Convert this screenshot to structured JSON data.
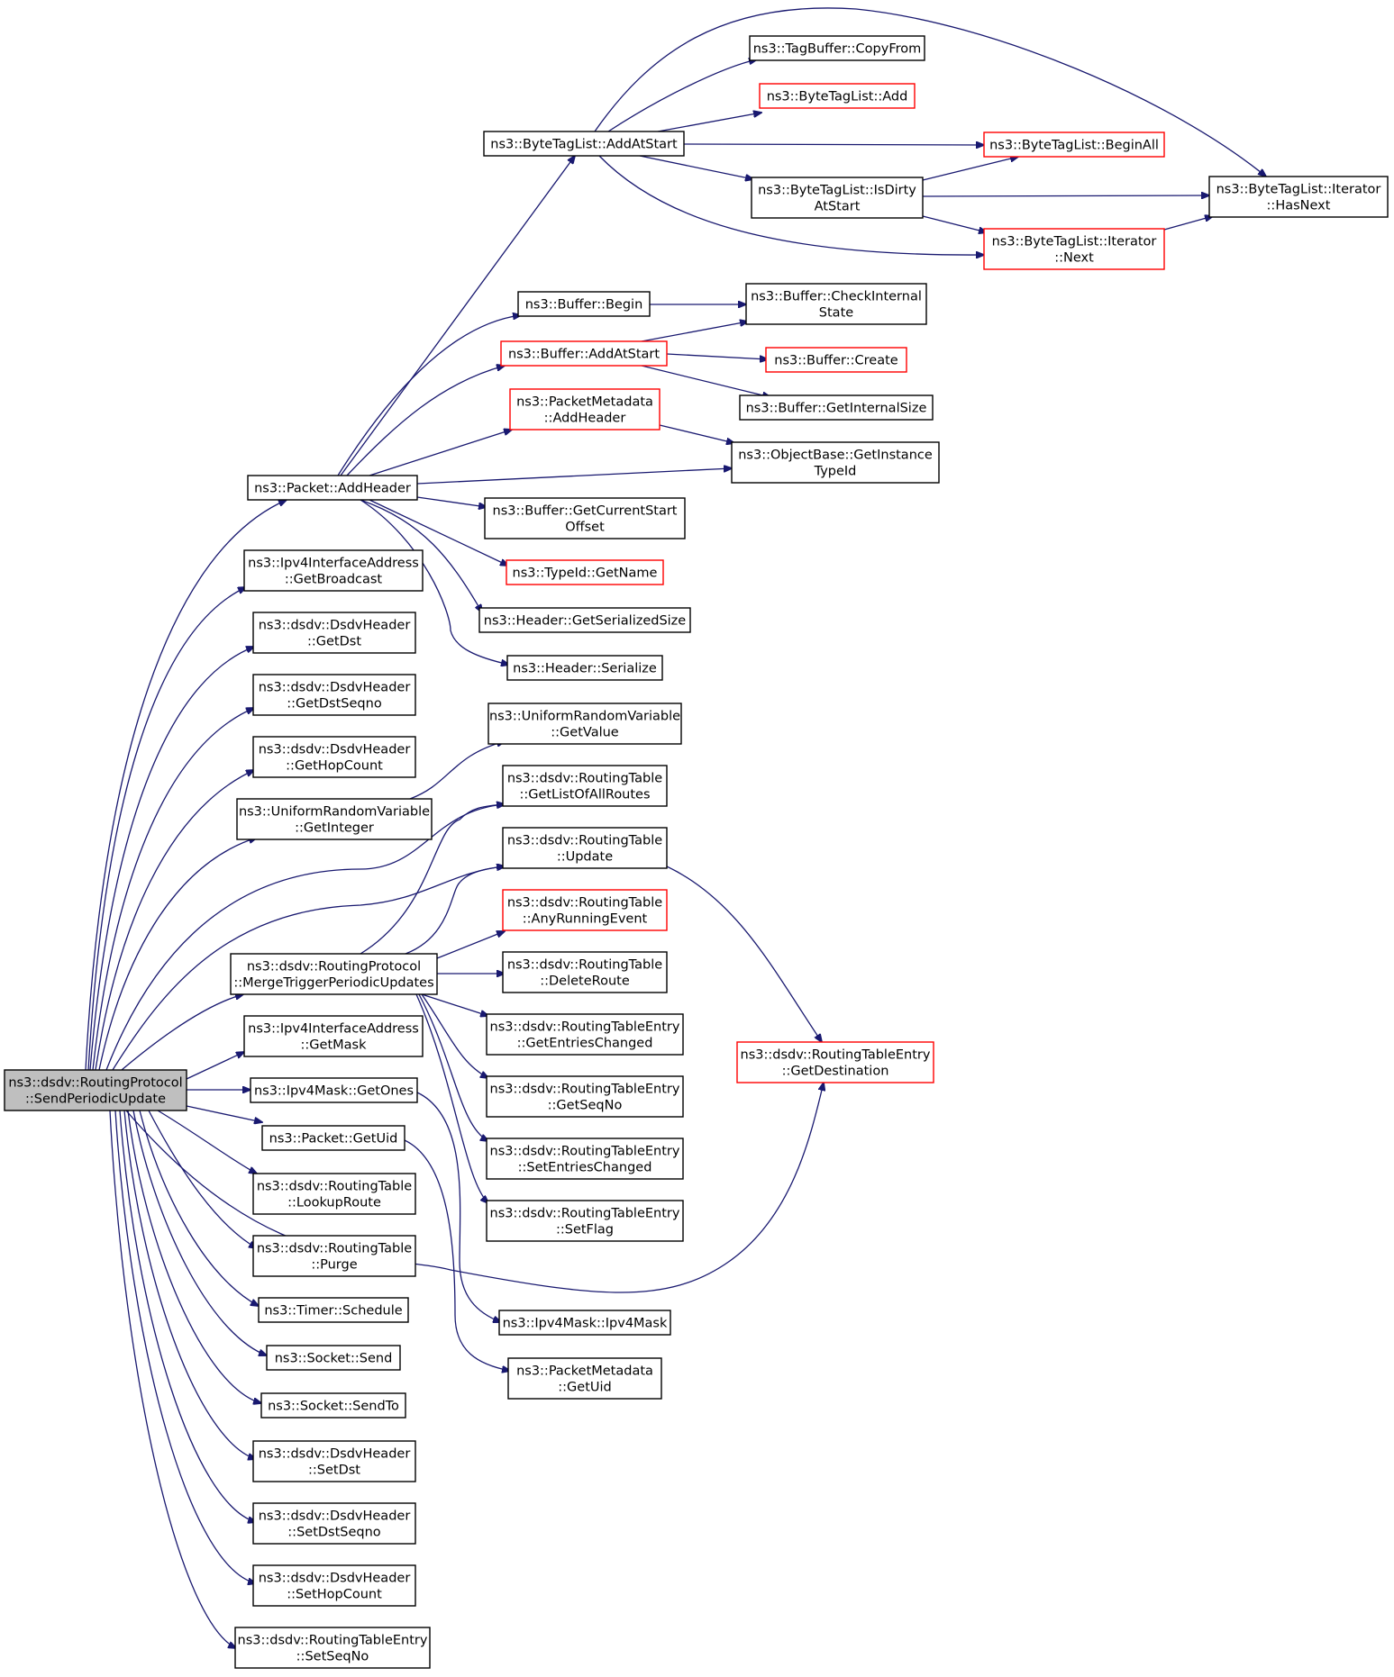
{
  "colors": {
    "edge": "#191970",
    "border": "#000000",
    "border_incomplete": "#ff0000",
    "root_fill": "#bfbfbf",
    "node_fill": "#ffffff"
  },
  "nodes": [
    {
      "id": "root",
      "lines": [
        "ns3::dsdv::RoutingProtocol",
        "::SendPeriodicUpdate"
      ],
      "style": "root"
    },
    {
      "id": "addheader",
      "lines": [
        "ns3::Packet::AddHeader"
      ],
      "style": "normal"
    },
    {
      "id": "getbroadcast",
      "lines": [
        "ns3::Ipv4InterfaceAddress",
        "::GetBroadcast"
      ],
      "style": "normal"
    },
    {
      "id": "getdst",
      "lines": [
        "ns3::dsdv::DsdvHeader",
        "::GetDst"
      ],
      "style": "normal"
    },
    {
      "id": "getdstseqno",
      "lines": [
        "ns3::dsdv::DsdvHeader",
        "::GetDstSeqno"
      ],
      "style": "normal"
    },
    {
      "id": "gethopcount",
      "lines": [
        "ns3::dsdv::DsdvHeader",
        "::GetHopCount"
      ],
      "style": "normal"
    },
    {
      "id": "getinteger",
      "lines": [
        "ns3::UniformRandomVariable",
        "::GetInteger"
      ],
      "style": "normal"
    },
    {
      "id": "merge",
      "lines": [
        "ns3::dsdv::RoutingProtocol",
        "::MergeTriggerPeriodicUpdates"
      ],
      "style": "normal"
    },
    {
      "id": "getmask",
      "lines": [
        "ns3::Ipv4InterfaceAddress",
        "::GetMask"
      ],
      "style": "normal"
    },
    {
      "id": "getones",
      "lines": [
        "ns3::Ipv4Mask::GetOnes"
      ],
      "style": "normal"
    },
    {
      "id": "packetgetuid",
      "lines": [
        "ns3::Packet::GetUid"
      ],
      "style": "normal"
    },
    {
      "id": "lookuproute",
      "lines": [
        "ns3::dsdv::RoutingTable",
        "::LookupRoute"
      ],
      "style": "normal"
    },
    {
      "id": "purge",
      "lines": [
        "ns3::dsdv::RoutingTable",
        "::Purge"
      ],
      "style": "normal"
    },
    {
      "id": "schedule",
      "lines": [
        "ns3::Timer::Schedule"
      ],
      "style": "normal"
    },
    {
      "id": "send",
      "lines": [
        "ns3::Socket::Send"
      ],
      "style": "normal"
    },
    {
      "id": "sendto",
      "lines": [
        "ns3::Socket::SendTo"
      ],
      "style": "normal"
    },
    {
      "id": "setdst",
      "lines": [
        "ns3::dsdv::DsdvHeader",
        "::SetDst"
      ],
      "style": "normal"
    },
    {
      "id": "setdstseqno",
      "lines": [
        "ns3::dsdv::DsdvHeader",
        "::SetDstSeqno"
      ],
      "style": "normal"
    },
    {
      "id": "sethopcount",
      "lines": [
        "ns3::dsdv::DsdvHeader",
        "::SetHopCount"
      ],
      "style": "normal"
    },
    {
      "id": "setseqno",
      "lines": [
        "ns3::dsdv::RoutingTableEntry",
        "::SetSeqNo"
      ],
      "style": "normal"
    },
    {
      "id": "addatstart_btl",
      "lines": [
        "ns3::ByteTagList::AddAtStart"
      ],
      "style": "normal"
    },
    {
      "id": "bufbegin",
      "lines": [
        "ns3::Buffer::Begin"
      ],
      "style": "normal"
    },
    {
      "id": "bufaddatstart",
      "lines": [
        "ns3::Buffer::AddAtStart"
      ],
      "style": "red"
    },
    {
      "id": "pmaddheader",
      "lines": [
        "ns3::PacketMetadata",
        "::AddHeader"
      ],
      "style": "red"
    },
    {
      "id": "getcurrentstart",
      "lines": [
        "ns3::Buffer::GetCurrentStart",
        "Offset"
      ],
      "style": "normal"
    },
    {
      "id": "typeidgetname",
      "lines": [
        "ns3::TypeId::GetName"
      ],
      "style": "red"
    },
    {
      "id": "getserializedsize",
      "lines": [
        "ns3::Header::GetSerializedSize"
      ],
      "style": "normal"
    },
    {
      "id": "serialize",
      "lines": [
        "ns3::Header::Serialize"
      ],
      "style": "normal"
    },
    {
      "id": "getvalue",
      "lines": [
        "ns3::UniformRandomVariable",
        "::GetValue"
      ],
      "style": "normal"
    },
    {
      "id": "getlistofallroutes",
      "lines": [
        "ns3::dsdv::RoutingTable",
        "::GetListOfAllRoutes"
      ],
      "style": "normal"
    },
    {
      "id": "rtupdate",
      "lines": [
        "ns3::dsdv::RoutingTable",
        "::Update"
      ],
      "style": "normal"
    },
    {
      "id": "anyrunningevent",
      "lines": [
        "ns3::dsdv::RoutingTable",
        "::AnyRunningEvent"
      ],
      "style": "red"
    },
    {
      "id": "deleteroute",
      "lines": [
        "ns3::dsdv::RoutingTable",
        "::DeleteRoute"
      ],
      "style": "normal"
    },
    {
      "id": "getentrieschanged",
      "lines": [
        "ns3::dsdv::RoutingTableEntry",
        "::GetEntriesChanged"
      ],
      "style": "normal"
    },
    {
      "id": "getseqno",
      "lines": [
        "ns3::dsdv::RoutingTableEntry",
        "::GetSeqNo"
      ],
      "style": "normal"
    },
    {
      "id": "setentrieschanged",
      "lines": [
        "ns3::dsdv::RoutingTableEntry",
        "::SetEntriesChanged"
      ],
      "style": "normal"
    },
    {
      "id": "setflag",
      "lines": [
        "ns3::dsdv::RoutingTableEntry",
        "::SetFlag"
      ],
      "style": "normal"
    },
    {
      "id": "ipv4maskctor",
      "lines": [
        "ns3::Ipv4Mask::Ipv4Mask"
      ],
      "style": "normal"
    },
    {
      "id": "pmgetuid",
      "lines": [
        "ns3::PacketMetadata",
        "::GetUid"
      ],
      "style": "normal"
    },
    {
      "id": "tagbuffercopyfrom",
      "lines": [
        "ns3::TagBuffer::CopyFrom"
      ],
      "style": "normal"
    },
    {
      "id": "btladd",
      "lines": [
        "ns3::ByteTagList::Add"
      ],
      "style": "red"
    },
    {
      "id": "btlisdirty",
      "lines": [
        "ns3::ByteTagList::IsDirty",
        "AtStart"
      ],
      "style": "normal"
    },
    {
      "id": "btlbeginall",
      "lines": [
        "ns3::ByteTagList::BeginAll"
      ],
      "style": "red"
    },
    {
      "id": "btlnext",
      "lines": [
        "ns3::ByteTagList::Iterator",
        "::Next"
      ],
      "style": "red"
    },
    {
      "id": "btlhasnext",
      "lines": [
        "ns3::ByteTagList::Iterator",
        "::HasNext"
      ],
      "style": "normal"
    },
    {
      "id": "checkinternalstate",
      "lines": [
        "ns3::Buffer::CheckInternal",
        "State"
      ],
      "style": "normal"
    },
    {
      "id": "bufcreate",
      "lines": [
        "ns3::Buffer::Create"
      ],
      "style": "red"
    },
    {
      "id": "getinternalsize",
      "lines": [
        "ns3::Buffer::GetInternalSize"
      ],
      "style": "normal"
    },
    {
      "id": "getinstancetypeid",
      "lines": [
        "ns3::ObjectBase::GetInstance",
        "TypeId"
      ],
      "style": "normal"
    },
    {
      "id": "getdestination",
      "lines": [
        "ns3::dsdv::RoutingTableEntry",
        "::GetDestination"
      ],
      "style": "red"
    }
  ],
  "edges": [
    [
      "root",
      "addheader"
    ],
    [
      "root",
      "getbroadcast"
    ],
    [
      "root",
      "getdst"
    ],
    [
      "root",
      "getdstseqno"
    ],
    [
      "root",
      "gethopcount"
    ],
    [
      "root",
      "getinteger"
    ],
    [
      "root",
      "getlistofallroutes"
    ],
    [
      "root",
      "rtupdate"
    ],
    [
      "root",
      "merge"
    ],
    [
      "root",
      "getmask"
    ],
    [
      "root",
      "getones"
    ],
    [
      "root",
      "packetgetuid"
    ],
    [
      "root",
      "lookuproute"
    ],
    [
      "root",
      "purge"
    ],
    [
      "root",
      "schedule"
    ],
    [
      "root",
      "send"
    ],
    [
      "root",
      "sendto"
    ],
    [
      "root",
      "setdst"
    ],
    [
      "root",
      "setdstseqno"
    ],
    [
      "root",
      "sethopcount"
    ],
    [
      "root",
      "setseqno"
    ],
    [
      "addheader",
      "addatstart_btl"
    ],
    [
      "addheader",
      "bufbegin"
    ],
    [
      "addheader",
      "bufaddatstart"
    ],
    [
      "addheader",
      "pmaddheader"
    ],
    [
      "addheader",
      "getinstancetypeid"
    ],
    [
      "addheader",
      "getcurrentstart"
    ],
    [
      "addheader",
      "typeidgetname"
    ],
    [
      "addheader",
      "getserializedsize"
    ],
    [
      "addheader",
      "serialize"
    ],
    [
      "addatstart_btl",
      "tagbuffercopyfrom"
    ],
    [
      "addatstart_btl",
      "btladd"
    ],
    [
      "addatstart_btl",
      "btlbeginall"
    ],
    [
      "addatstart_btl",
      "btlisdirty"
    ],
    [
      "addatstart_btl",
      "btlnext"
    ],
    [
      "addatstart_btl",
      "btlhasnext"
    ],
    [
      "btlisdirty",
      "btlbeginall"
    ],
    [
      "btlisdirty",
      "btlhasnext"
    ],
    [
      "btlisdirty",
      "btlnext"
    ],
    [
      "btlnext",
      "btlhasnext"
    ],
    [
      "bufbegin",
      "checkinternalstate"
    ],
    [
      "bufaddatstart",
      "checkinternalstate"
    ],
    [
      "bufaddatstart",
      "bufcreate"
    ],
    [
      "bufaddatstart",
      "getinternalsize"
    ],
    [
      "pmaddheader",
      "getinstancetypeid"
    ],
    [
      "getinteger",
      "getvalue"
    ],
    [
      "merge",
      "getlistofallroutes"
    ],
    [
      "merge",
      "rtupdate"
    ],
    [
      "merge",
      "anyrunningevent"
    ],
    [
      "merge",
      "deleteroute"
    ],
    [
      "merge",
      "getentrieschanged"
    ],
    [
      "merge",
      "getseqno"
    ],
    [
      "merge",
      "setentrieschanged"
    ],
    [
      "merge",
      "setflag"
    ],
    [
      "rtupdate",
      "getdestination"
    ],
    [
      "getones",
      "ipv4maskctor"
    ],
    [
      "packetgetuid",
      "pmgetuid"
    ],
    [
      "root",
      "getdestination"
    ]
  ]
}
